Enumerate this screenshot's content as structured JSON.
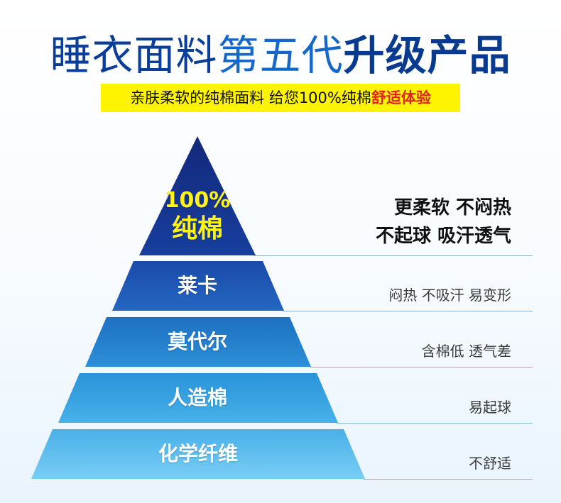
{
  "title": {
    "part1": "睡衣面料",
    "part2": "第五代",
    "part3": "升级产品"
  },
  "subtitle": {
    "main": "亲肤柔软的纯棉面料 给您100%纯棉",
    "highlight": "舒适体验"
  },
  "tiers": [
    {
      "label_line1": "100%",
      "label_line2": "纯棉",
      "description_line1": "更柔软 不闷热",
      "description_line2": "不起球 吸汗透气"
    },
    {
      "label": "莱卡",
      "description": "闷热 不吸汗 易变形"
    },
    {
      "label": "莫代尔",
      "description": "含棉低 透气差"
    },
    {
      "label": "人造棉",
      "description": "易起球"
    },
    {
      "label": "化学纤维",
      "description": "不舒适"
    }
  ],
  "colors": {
    "tier1": "#0f2f86",
    "tier2": "#1e5bb8",
    "tier3": "#2a86d0",
    "tier4": "#3ea7e3",
    "tier5": "#69c3f1",
    "title_dark": "#0b3d9a",
    "title_mid": "#1568c9",
    "highlight": "#e02222",
    "subtitle_bg": "#fff400",
    "tier1_text": "#fff21a"
  }
}
